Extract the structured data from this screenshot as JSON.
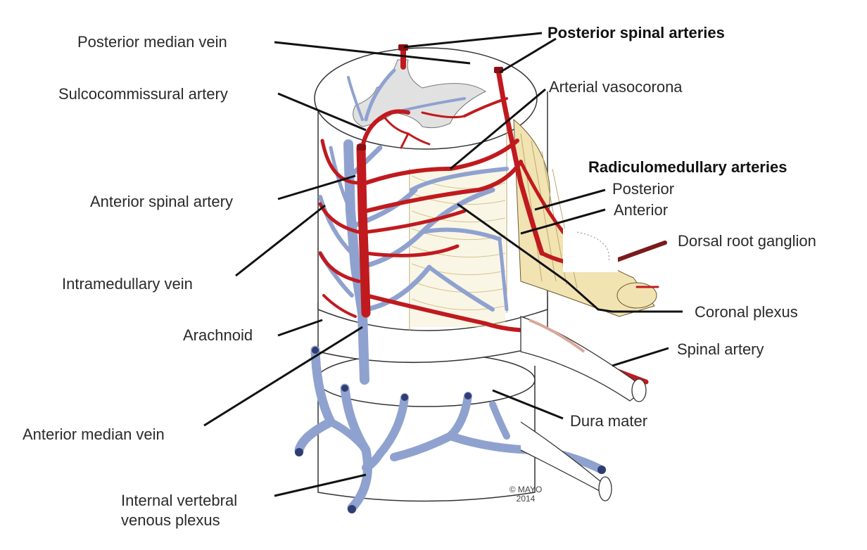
{
  "labels": {
    "posterior_median_vein": "Posterior median vein",
    "posterior_spinal_arteries": "Posterior spinal arteries",
    "sulcocommissural_artery": "Sulcocommissural artery",
    "arterial_vasocorona": "Arterial vasocorona",
    "radiculomedullary_arteries": "Radiculomedullary arteries",
    "posterior": "Posterior",
    "anterior": "Anterior",
    "anterior_spinal_artery": "Anterior spinal artery",
    "dorsal_root_ganglion": "Dorsal root ganglion",
    "intramedullary_vein": "Intramedullary vein",
    "coronal_plexus": "Coronal plexus",
    "arachnoid": "Arachnoid",
    "spinal_artery": "Spinal artery",
    "dura_mater": "Dura mater",
    "anterior_median_vein": "Anterior median vein",
    "internal_vertebral_venous_plexus": "Internal vertebral\nvenous plexus"
  },
  "credit": "© MAYO\n2014",
  "colors": {
    "artery": "#c01a1f",
    "vein": "#8fa2cf",
    "vein_dark": "#2f3d72",
    "nerve_root": "#f2e3b3",
    "gray_matter": "#e1e1e1",
    "outline": "#333333",
    "leader": "#111111"
  }
}
